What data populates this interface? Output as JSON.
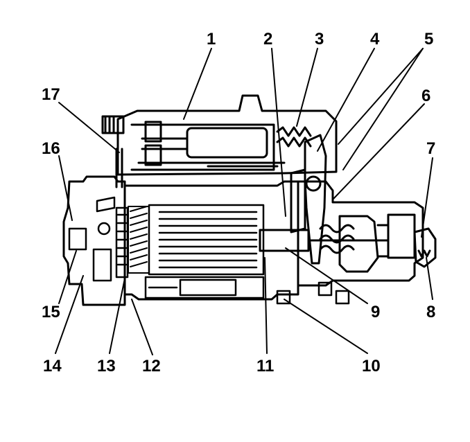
{
  "diagram": {
    "callouts": [
      {
        "id": "1",
        "text": "1"
      },
      {
        "id": "2",
        "text": "2"
      },
      {
        "id": "3",
        "text": "3"
      },
      {
        "id": "4",
        "text": "4"
      },
      {
        "id": "5",
        "text": "5"
      },
      {
        "id": "6",
        "text": "6"
      },
      {
        "id": "7",
        "text": "7"
      },
      {
        "id": "8",
        "text": "8"
      },
      {
        "id": "9",
        "text": "9"
      },
      {
        "id": "10",
        "text": "10"
      },
      {
        "id": "11",
        "text": "11"
      },
      {
        "id": "12",
        "text": "12"
      },
      {
        "id": "13",
        "text": "13"
      },
      {
        "id": "14",
        "text": "14"
      },
      {
        "id": "15",
        "text": "15"
      },
      {
        "id": "16",
        "text": "16"
      },
      {
        "id": "17",
        "text": "17"
      }
    ],
    "colors": {
      "ink": "#000000",
      "background": "#ffffff"
    }
  }
}
